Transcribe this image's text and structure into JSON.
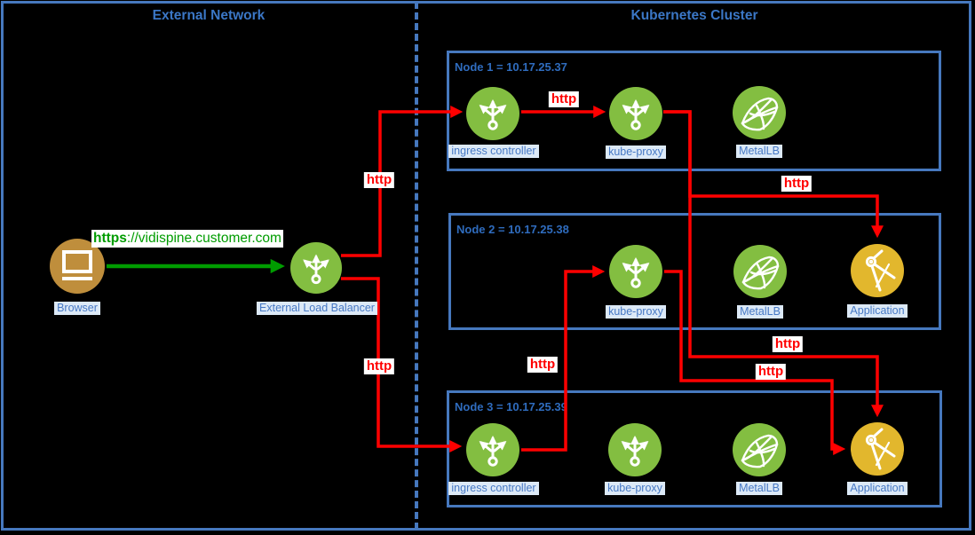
{
  "panels": {
    "external": {
      "title": "External Network"
    },
    "cluster": {
      "title": "Kubernetes Cluster"
    }
  },
  "external": {
    "browser": {
      "label": "Browser"
    },
    "load_balancer": {
      "label": "External Load Balancer"
    },
    "url": {
      "scheme": "https",
      "rest": "://vidispine.customer.com"
    }
  },
  "nodes": [
    {
      "title": "Node 1 = 10.17.25.37",
      "items": [
        {
          "label": "ingress controller",
          "icon": "load-balancer-icon"
        },
        {
          "label": "kube-proxy",
          "icon": "load-balancer-icon"
        },
        {
          "label": "MetalLB",
          "icon": "metallb-net-icon"
        }
      ]
    },
    {
      "title": "Node 2 = 10.17.25.38",
      "items": [
        {
          "label": "kube-proxy",
          "icon": "load-balancer-icon"
        },
        {
          "label": "MetalLB",
          "icon": "metallb-net-icon"
        },
        {
          "label": "Application",
          "icon": "compass-icon"
        }
      ]
    },
    {
      "title": "Node 3 = 10.17.25.39",
      "items": [
        {
          "label": "ingress controller",
          "icon": "load-balancer-icon"
        },
        {
          "label": "kube-proxy",
          "icon": "load-balancer-icon"
        },
        {
          "label": "MetalLB",
          "icon": "metallb-net-icon"
        },
        {
          "label": "Application",
          "icon": "compass-icon"
        }
      ]
    }
  ],
  "edges": [
    {
      "id": "elb-to-node1-ingress",
      "label": "http"
    },
    {
      "id": "elb-to-node3-ingress",
      "label": "http"
    },
    {
      "id": "node1-ingress-to-node1-kube-proxy",
      "label": "http"
    },
    {
      "id": "node1-kube-proxy-to-node2-application",
      "label": "http"
    },
    {
      "id": "node1-kube-proxy-to-node3-application",
      "label": "http"
    },
    {
      "id": "node2-kube-proxy-to-node3-application",
      "label": "http"
    },
    {
      "id": "node3-ingress-to-node2-kube-proxy",
      "label": "http"
    }
  ],
  "colors": {
    "background": "#000000",
    "border_blue": "#4678BE",
    "title_blue": "#3B77C6",
    "label_blue": "#4779C4",
    "label_bg": "#DCE9F7",
    "green_node": "#83BE41",
    "yellow_node": "#E2B72D",
    "tan_node": "#BF8E3C",
    "arrow_red": "#FF0000",
    "arrow_green": "#009C00"
  }
}
